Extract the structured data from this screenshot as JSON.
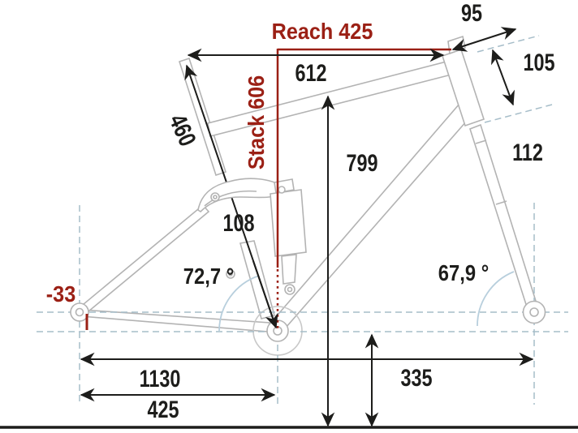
{
  "diagram_title": "bike-frame-geometry",
  "colors": {
    "accent_red": "#9b2015",
    "measure_black": "#1d1d1b",
    "frame_gray": "#b3b3b3",
    "dash_blue": "#a6bdc9",
    "arc_blue": "#b8cfdd",
    "background": "#ffffff"
  },
  "labels": {
    "reach": "Reach 425",
    "stack": "Stack 606",
    "bb_drop": "-33",
    "top_tube_length": "612",
    "seat_tube_length": "460",
    "stem_length": "95",
    "head_tube_length": "105",
    "fork_length": "112",
    "shock_length": "108",
    "standover_height": "799",
    "seat_tube_angle": "72,7 °",
    "head_tube_angle": "67,9 °",
    "wheelbase": "1130",
    "chainstay_length": "425",
    "bb_height": "335"
  }
}
